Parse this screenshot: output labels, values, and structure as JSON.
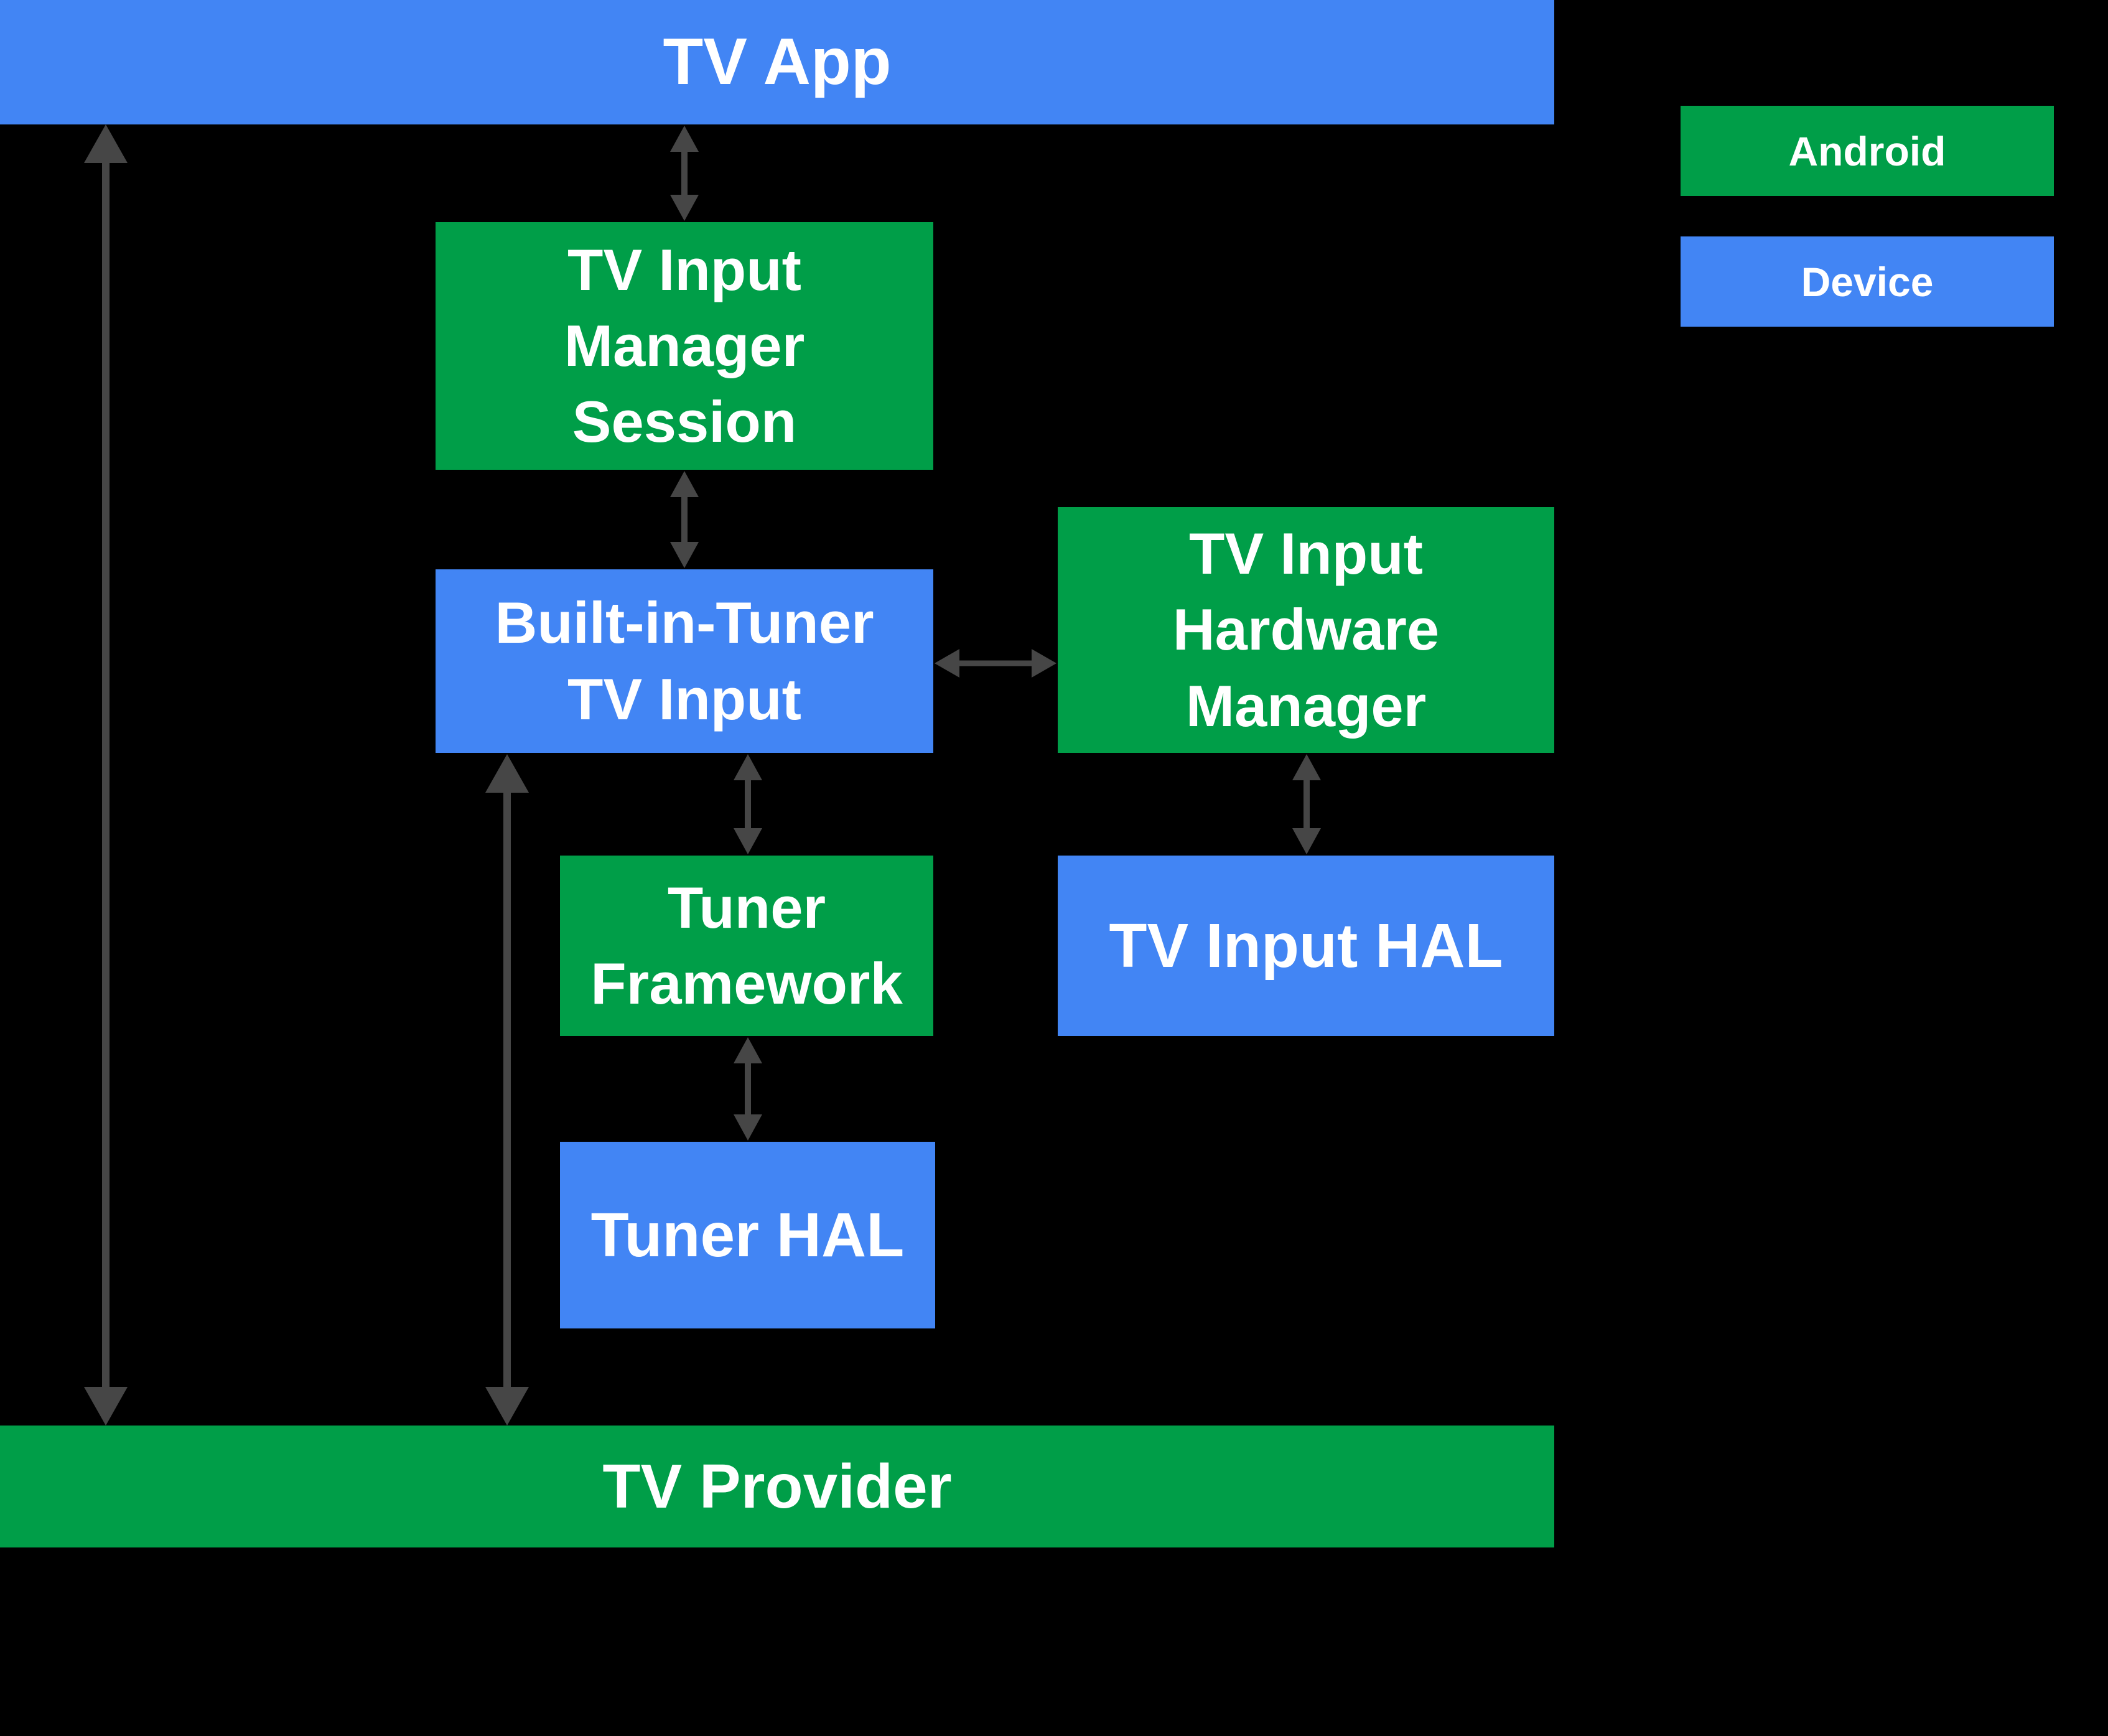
{
  "colors": {
    "android_green": "#009E48",
    "device_blue": "#4285F4",
    "arrow_gray": "#464646",
    "background": "#000000",
    "label_text": "#FFFFFF"
  },
  "legend": {
    "android_label": "Android",
    "device_label": "Device"
  },
  "nodes": {
    "tv_app": {
      "label": "TV App",
      "category": "Device"
    },
    "tv_input_manager_session": {
      "label": "TV Input\nManager\nSession",
      "category": "Android"
    },
    "built_in_tuner_tv_input": {
      "label": "Built-in-Tuner\nTV Input",
      "category": "Device"
    },
    "tv_input_hardware_manager": {
      "label": "TV Input\nHardware\nManager",
      "category": "Android"
    },
    "tuner_framework": {
      "label": "Tuner\nFramework",
      "category": "Android"
    },
    "tv_input_hal": {
      "label": "TV Input HAL",
      "category": "Device"
    },
    "tuner_hal": {
      "label": "Tuner HAL",
      "category": "Device"
    },
    "tv_provider": {
      "label": "TV Provider",
      "category": "Android"
    }
  },
  "edges": [
    {
      "from": "tv_app",
      "to": "tv_provider",
      "style": "double-arrow"
    },
    {
      "from": "tv_app",
      "to": "tv_input_manager_session",
      "style": "double-arrow"
    },
    {
      "from": "tv_input_manager_session",
      "to": "built_in_tuner_tv_input",
      "style": "double-arrow"
    },
    {
      "from": "built_in_tuner_tv_input",
      "to": "tv_input_hardware_manager",
      "style": "double-arrow"
    },
    {
      "from": "built_in_tuner_tv_input",
      "to": "tuner_framework",
      "style": "double-arrow"
    },
    {
      "from": "built_in_tuner_tv_input",
      "to": "tv_provider",
      "style": "double-arrow"
    },
    {
      "from": "tv_input_hardware_manager",
      "to": "tv_input_hal",
      "style": "double-arrow"
    },
    {
      "from": "tuner_framework",
      "to": "tuner_hal",
      "style": "double-arrow"
    }
  ]
}
